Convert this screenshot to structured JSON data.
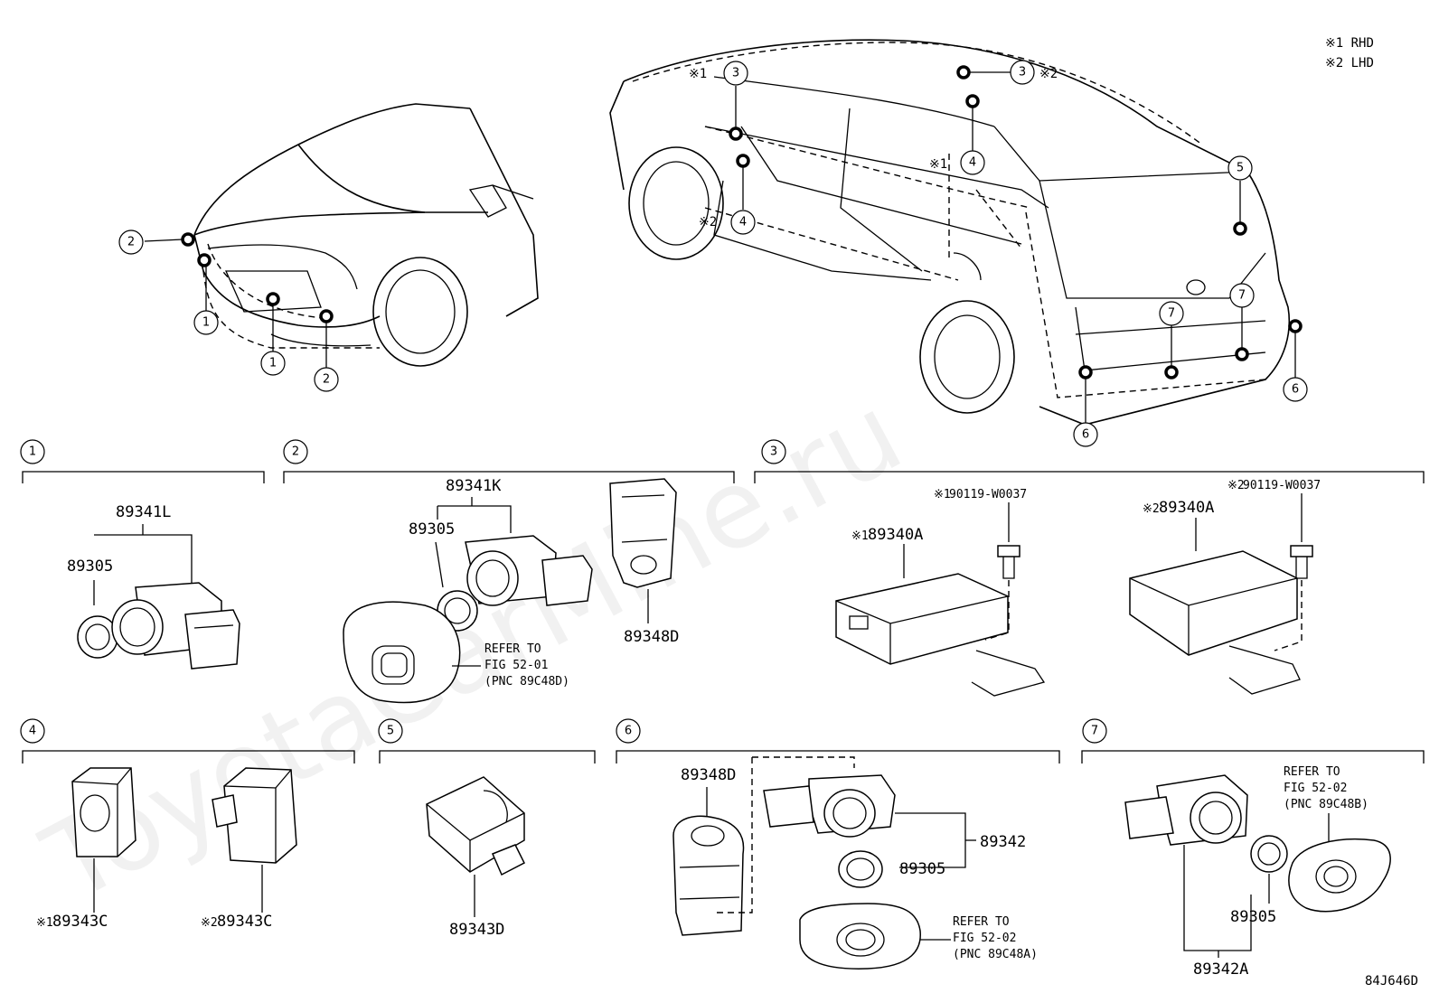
{
  "notes": {
    "rhd": "※1 RHD",
    "lhd": "※2 LHD"
  },
  "figure_code": "84J646D",
  "watermark": "ToyotaCarMine.ru",
  "callouts": {
    "c1": "1",
    "c2": "2",
    "c3": "3",
    "c4": "4",
    "c5": "5",
    "c6": "6",
    "c7": "7"
  },
  "car_marks": {
    "rhd": "※1",
    "lhd": "※2"
  },
  "sections": {
    "s1": {
      "number": "1",
      "parts": {
        "sensor": "89341L",
        "ring": "89305"
      }
    },
    "s2": {
      "number": "2",
      "parts": {
        "sensor": "89341K",
        "ring": "89305",
        "bracket": "89348D"
      },
      "refer": [
        "REFER TO",
        "FIG 52-01",
        "(PNC 89C48D)"
      ]
    },
    "s3": {
      "number": "3",
      "rhd_ecu": {
        "mark": "※1",
        "part": "89340A"
      },
      "rhd_bolt": {
        "mark": "※1",
        "part": "90119-W0037"
      },
      "lhd_ecu": {
        "mark": "※2",
        "part": "89340A"
      },
      "lhd_bolt": {
        "mark": "※2",
        "part": "90119-W0037"
      }
    },
    "s4": {
      "number": "4",
      "rhd_sensor": {
        "mark": "※1",
        "part": "89343C"
      },
      "lhd_sensor": {
        "mark": "※2",
        "part": "89343C"
      }
    },
    "s5": {
      "number": "5",
      "parts": {
        "sensor": "89343D"
      }
    },
    "s6": {
      "number": "6",
      "parts": {
        "bracket": "89348D",
        "sensor": "89342",
        "ring": "89305"
      },
      "refer": [
        "REFER TO",
        "FIG 52-02",
        "(PNC 89C48A)"
      ]
    },
    "s7": {
      "number": "7",
      "parts": {
        "sensor": "89342A",
        "ring": "89305"
      },
      "refer": [
        "REFER TO",
        "FIG 52-02",
        "(PNC 89C48B)"
      ]
    }
  }
}
